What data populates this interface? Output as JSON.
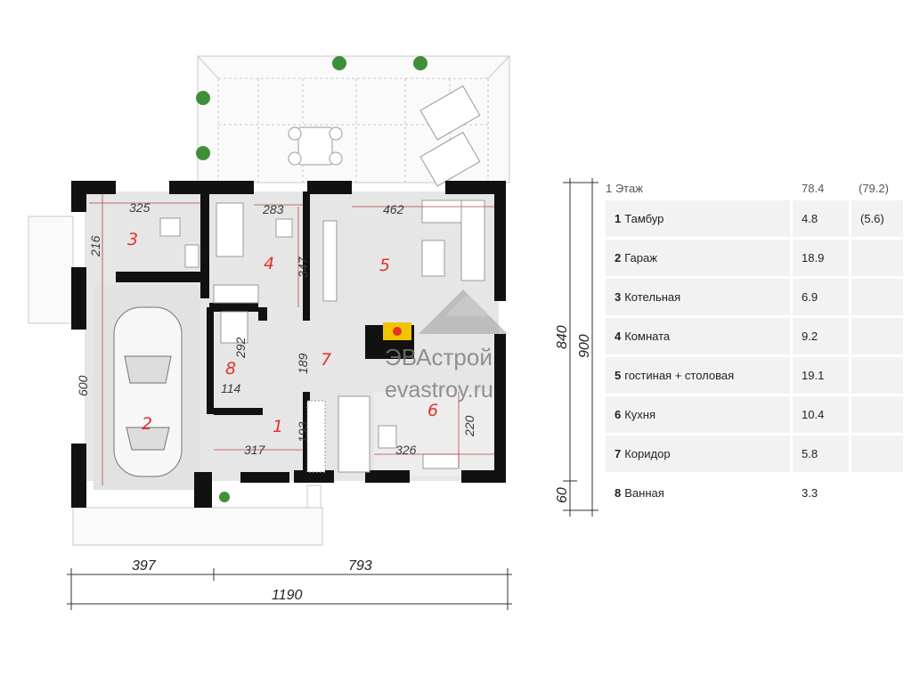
{
  "rooms": [
    {
      "num": "1",
      "name": "Тамбур",
      "area": "4.8",
      "area2": "(5.6)"
    },
    {
      "num": "2",
      "name": "Гараж",
      "area": "18.9",
      "area2": ""
    },
    {
      "num": "3",
      "name": "Котельная",
      "area": "6.9",
      "area2": ""
    },
    {
      "num": "4",
      "name": "Комната",
      "area": "9.2",
      "area2": ""
    },
    {
      "num": "5",
      "name": "гостиная + столовая",
      "area": "19.1",
      "area2": ""
    },
    {
      "num": "6",
      "name": "Кухня",
      "area": "10.4",
      "area2": ""
    },
    {
      "num": "7",
      "name": "Коридор",
      "area": "5.8",
      "area2": ""
    },
    {
      "num": "8",
      "name": "Ванная",
      "area": "3.3",
      "area2": ""
    }
  ],
  "legend": {
    "floor": "1 Этаж",
    "total": "78.4",
    "total2": "(79.2)"
  },
  "dims": {
    "d325": "325",
    "d283": "283",
    "d462": "462",
    "d216": "216",
    "d347": "347",
    "d292": "292",
    "d114": "114",
    "d189": "189",
    "d193": "193",
    "d317": "317",
    "d326": "326",
    "d220": "220",
    "d600": "600",
    "bottom_left": "397",
    "bottom_right": "793",
    "total_width": "1190",
    "v840": "840",
    "v900": "900",
    "v60": "60"
  },
  "watermark": {
    "brand": "ЭВАстрой",
    "site": "evastroy.ru"
  }
}
